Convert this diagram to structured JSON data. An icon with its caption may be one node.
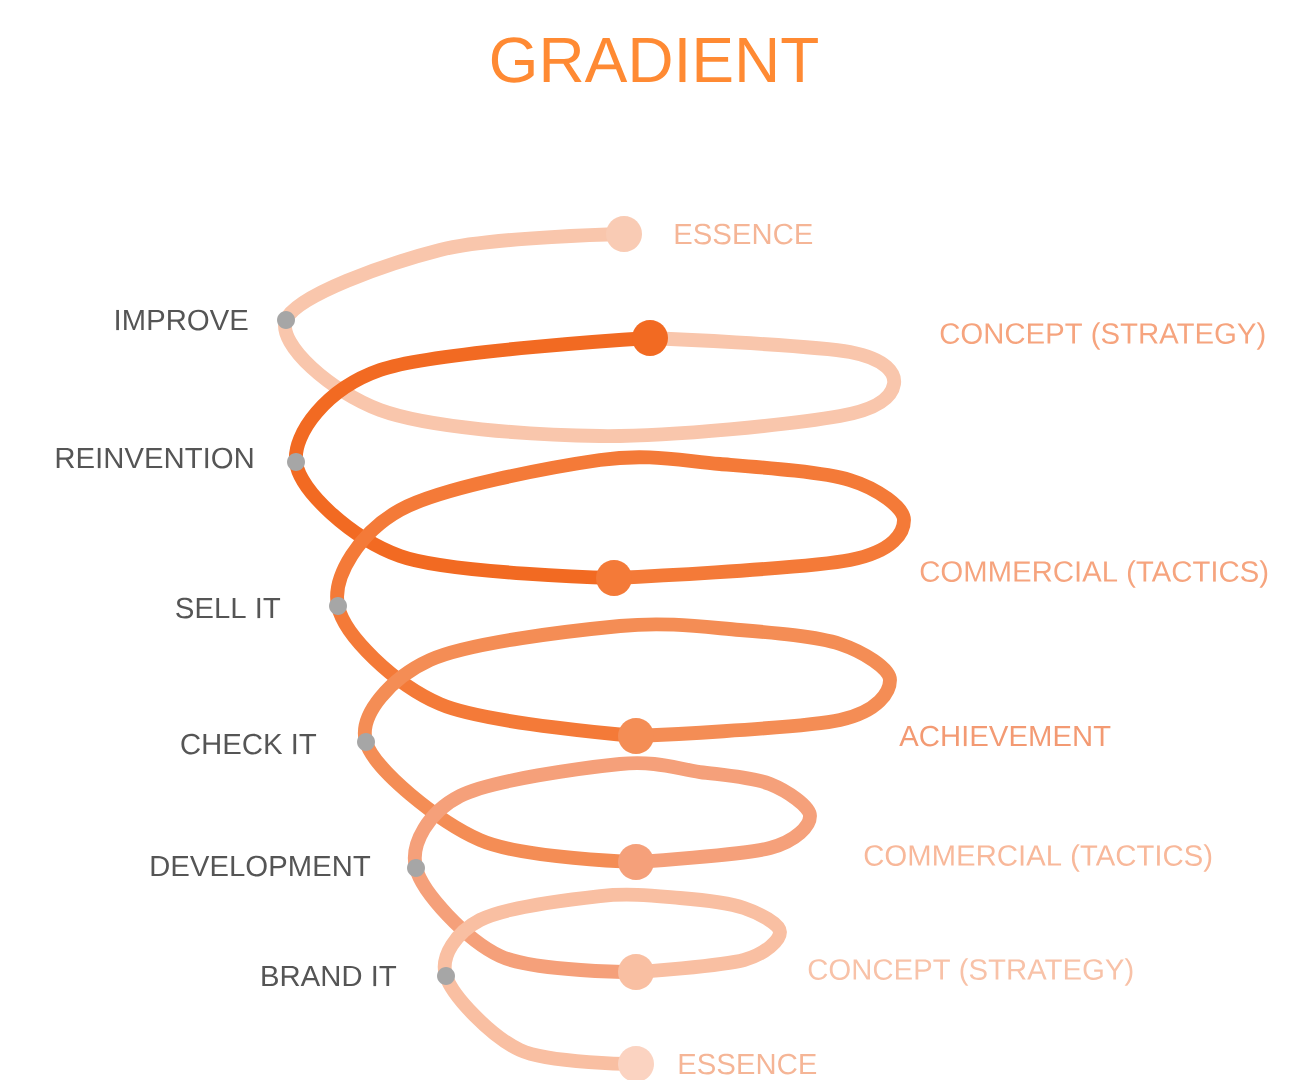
{
  "diagram": {
    "title": "GRADIENT",
    "labels": [
      "ESSENCE",
      "IMPROVE",
      "CONCEPT (STRATEGY)",
      "REINVENTION",
      "COMMERCIAL (TACTICS)",
      "SELL IT",
      "CHECK IT",
      "ACHIEVEMENT",
      "DEVELOPMENT",
      "COMMERCIAL (TACTICS)",
      "BRAND IT",
      "CONCEPT (STRATEGY)",
      "ESSENCE"
    ]
  }
}
